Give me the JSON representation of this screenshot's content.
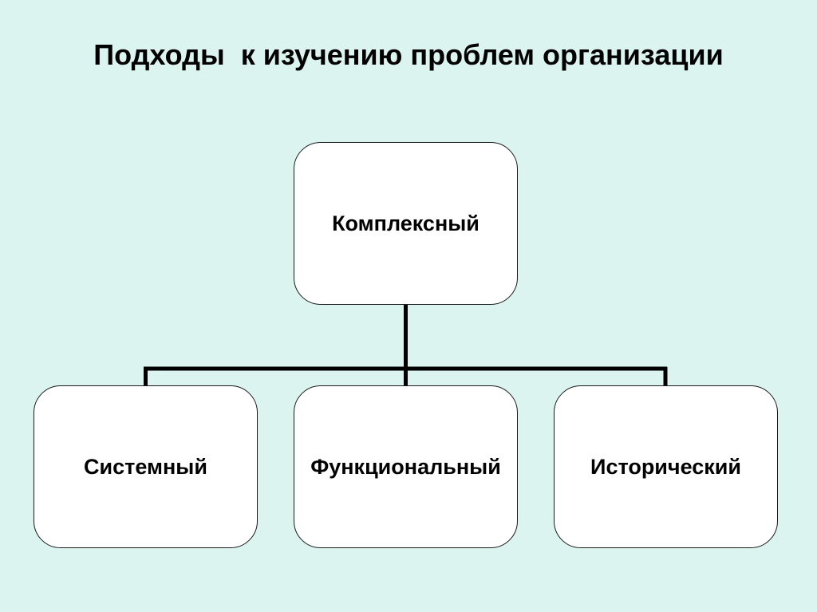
{
  "slide": {
    "title": "Подходы  к изучению проблем организации",
    "background_color": "#dbf4f0"
  },
  "diagram": {
    "root": {
      "label": "Комплексный"
    },
    "children": [
      {
        "label": "Системный"
      },
      {
        "label": "Функциональный"
      },
      {
        "label": "Исторический"
      }
    ]
  }
}
